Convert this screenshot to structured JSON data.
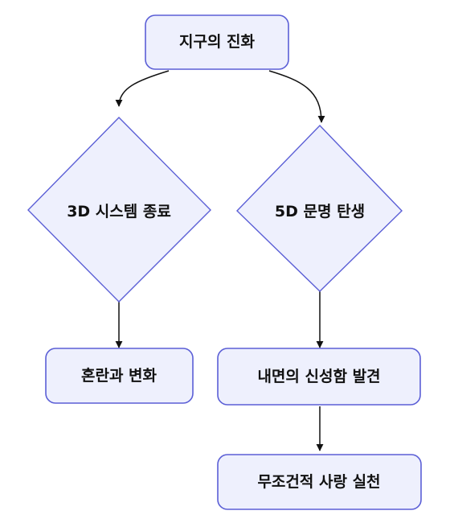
{
  "nodes": {
    "root": "지구의 진화",
    "end3d": "3D 시스템 종료",
    "birth5d": "5D 문명 탄생",
    "chaos": "혼란과 변화",
    "inner": "내면의 신성함 발견",
    "love": "무조건적 사랑 실천"
  },
  "colors": {
    "node_fill": "#eef0fd",
    "node_stroke": "#5b5fd6",
    "edge": "#111111",
    "text": "#111111"
  }
}
